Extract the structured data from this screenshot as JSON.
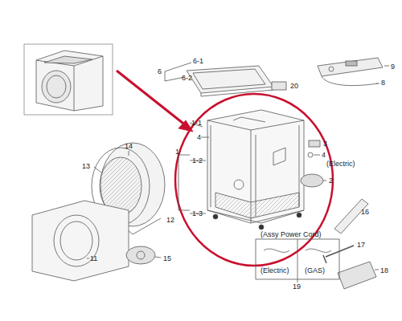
{
  "diagram": {
    "labels": [
      "6-1",
      "6",
      "6-2",
      "20",
      "9",
      "8",
      "1-1",
      "4",
      "3",
      "4",
      "(Electric)",
      "2",
      "16",
      "14",
      "1",
      "1-2",
      "13",
      "17",
      "18",
      "12",
      "1-3",
      "(Assy Power Cord)",
      "(Electric)",
      "(GAS)",
      "19",
      "11",
      "15"
    ]
  }
}
